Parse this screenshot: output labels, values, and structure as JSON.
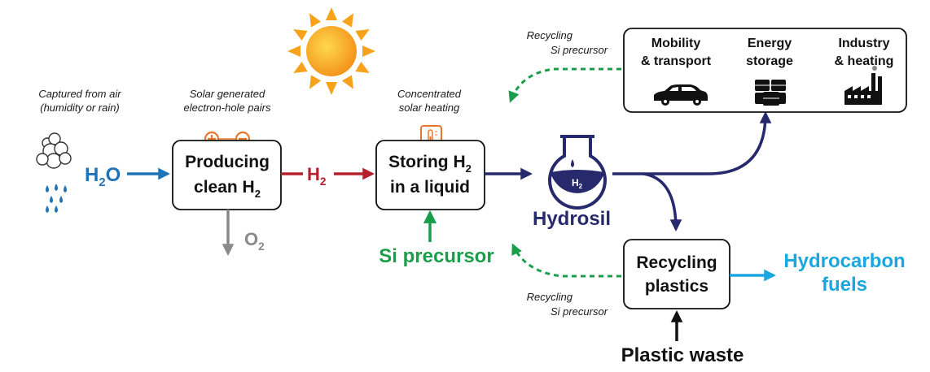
{
  "colors": {
    "water": "#1f73b7",
    "hydrogen": "#b5202e",
    "oxygen": "#8a8a8a",
    "silicon": "#1b9e4b",
    "hydrosil": "#27296d",
    "fuel": "#1aa7e0",
    "sun": "#f7a21b",
    "orange": "#e8772e",
    "black": "#111111"
  },
  "notes": {
    "air_line1": "Captured from air",
    "air_line2": "(humidity or rain)",
    "solar_line1": "Solar generated",
    "solar_line2": "electron-hole pairs",
    "heating_line1": "Concentrated",
    "heating_line2": "solar heating",
    "recycle_top_line1": "Recycling",
    "recycle_top_line2": "Si precursor",
    "recycle_bottom_line1": "Recycling",
    "recycle_bottom_line2": "Si precursor"
  },
  "labels": {
    "water_main": "H",
    "water_sub": "2",
    "water_tail": "O",
    "h2_main": "H",
    "h2_sub": "2",
    "o2_main": "O",
    "o2_sub": "2",
    "si_precursor": "Si precursor",
    "hydrosil": "Hydrosil",
    "flask_main": "H",
    "flask_sub": "2",
    "hydrocarbon_line1": "Hydrocarbon",
    "hydrocarbon_line2": "fuels",
    "plastic_waste": "Plastic waste"
  },
  "boxes": {
    "producing_line1": "Producing",
    "producing_line2_main": "clean H",
    "producing_line2_sub": "2",
    "storing_line1_main": "Storing H",
    "storing_line1_sub": "2",
    "storing_line2": "in a liquid",
    "recycling_line1": "Recycling",
    "recycling_line2": "plastics"
  },
  "uses": [
    {
      "line1": "Mobility",
      "line2": "& transport",
      "icon": "car-icon"
    },
    {
      "line1": "Energy",
      "line2": "storage",
      "icon": "barrels-icon"
    },
    {
      "line1": "Industry",
      "line2": "& heating",
      "icon": "factory-icon"
    }
  ],
  "icons": {
    "sun": "sun-icon",
    "cloud": "cloud-icon",
    "droplets": "droplets-icon",
    "plus": "plus-charge-icon",
    "minus": "minus-charge-icon",
    "thermometer": "thermometer-icon",
    "flask": "flask-icon"
  }
}
